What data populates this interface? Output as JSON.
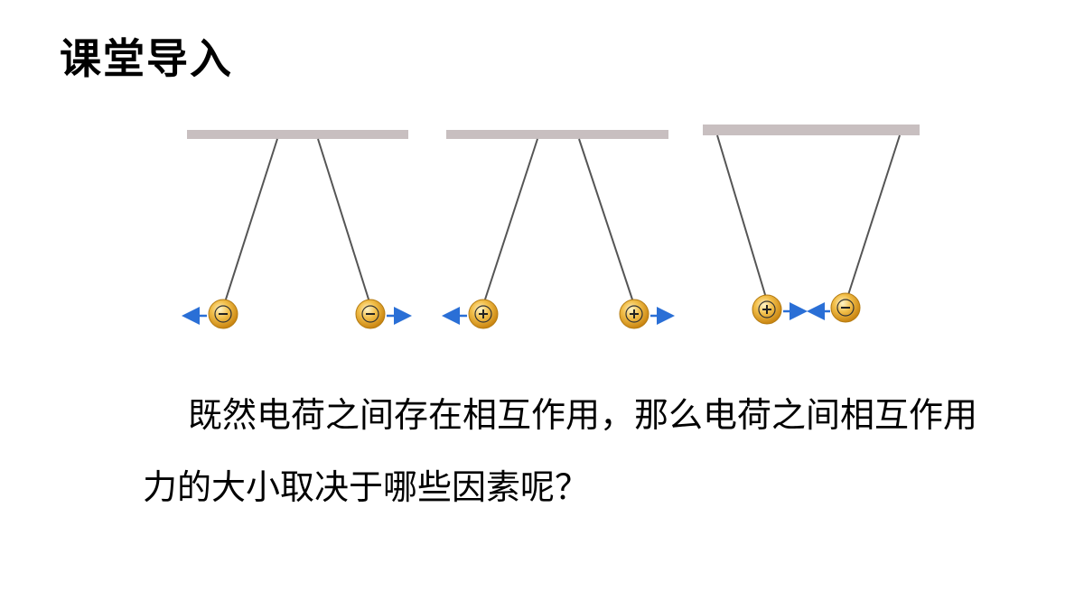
{
  "slide": {
    "title": "课堂导入",
    "paragraph": "既然电荷之间存在相互作用，那么电荷之间相互作用力的大小取决于哪些因素呢？"
  },
  "figure": {
    "panels": [
      {
        "left_charge": "−",
        "right_charge": "−",
        "interaction": "repel"
      },
      {
        "left_charge": "+",
        "right_charge": "+",
        "interaction": "repel"
      },
      {
        "left_charge": "+",
        "right_charge": "−",
        "interaction": "attract"
      }
    ],
    "colors": {
      "bar": "#c8bfc0",
      "thread": "#555555",
      "ball": "#e8a62a",
      "ball_highlight": "#fbe3a0",
      "arrow": "#2a6fd6"
    }
  }
}
